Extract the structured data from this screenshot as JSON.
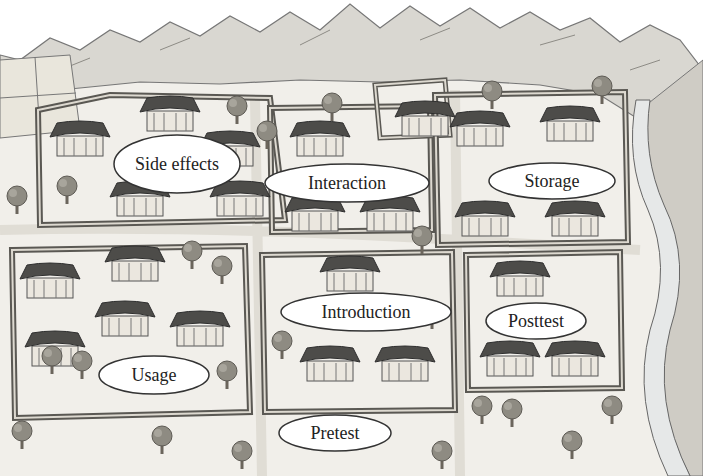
{
  "diagram": {
    "nodes": [
      {
        "text": [
          "Side effects"
        ]
      },
      {
        "text": [
          "Interaction"
        ]
      },
      {
        "text": [
          "Storage"
        ]
      },
      {
        "text": [
          "Introduction"
        ]
      },
      {
        "text": [
          "Posttest"
        ]
      },
      {
        "text": [
          "Usage"
        ]
      },
      {
        "text": [
          "Pretest"
        ]
      }
    ]
  }
}
